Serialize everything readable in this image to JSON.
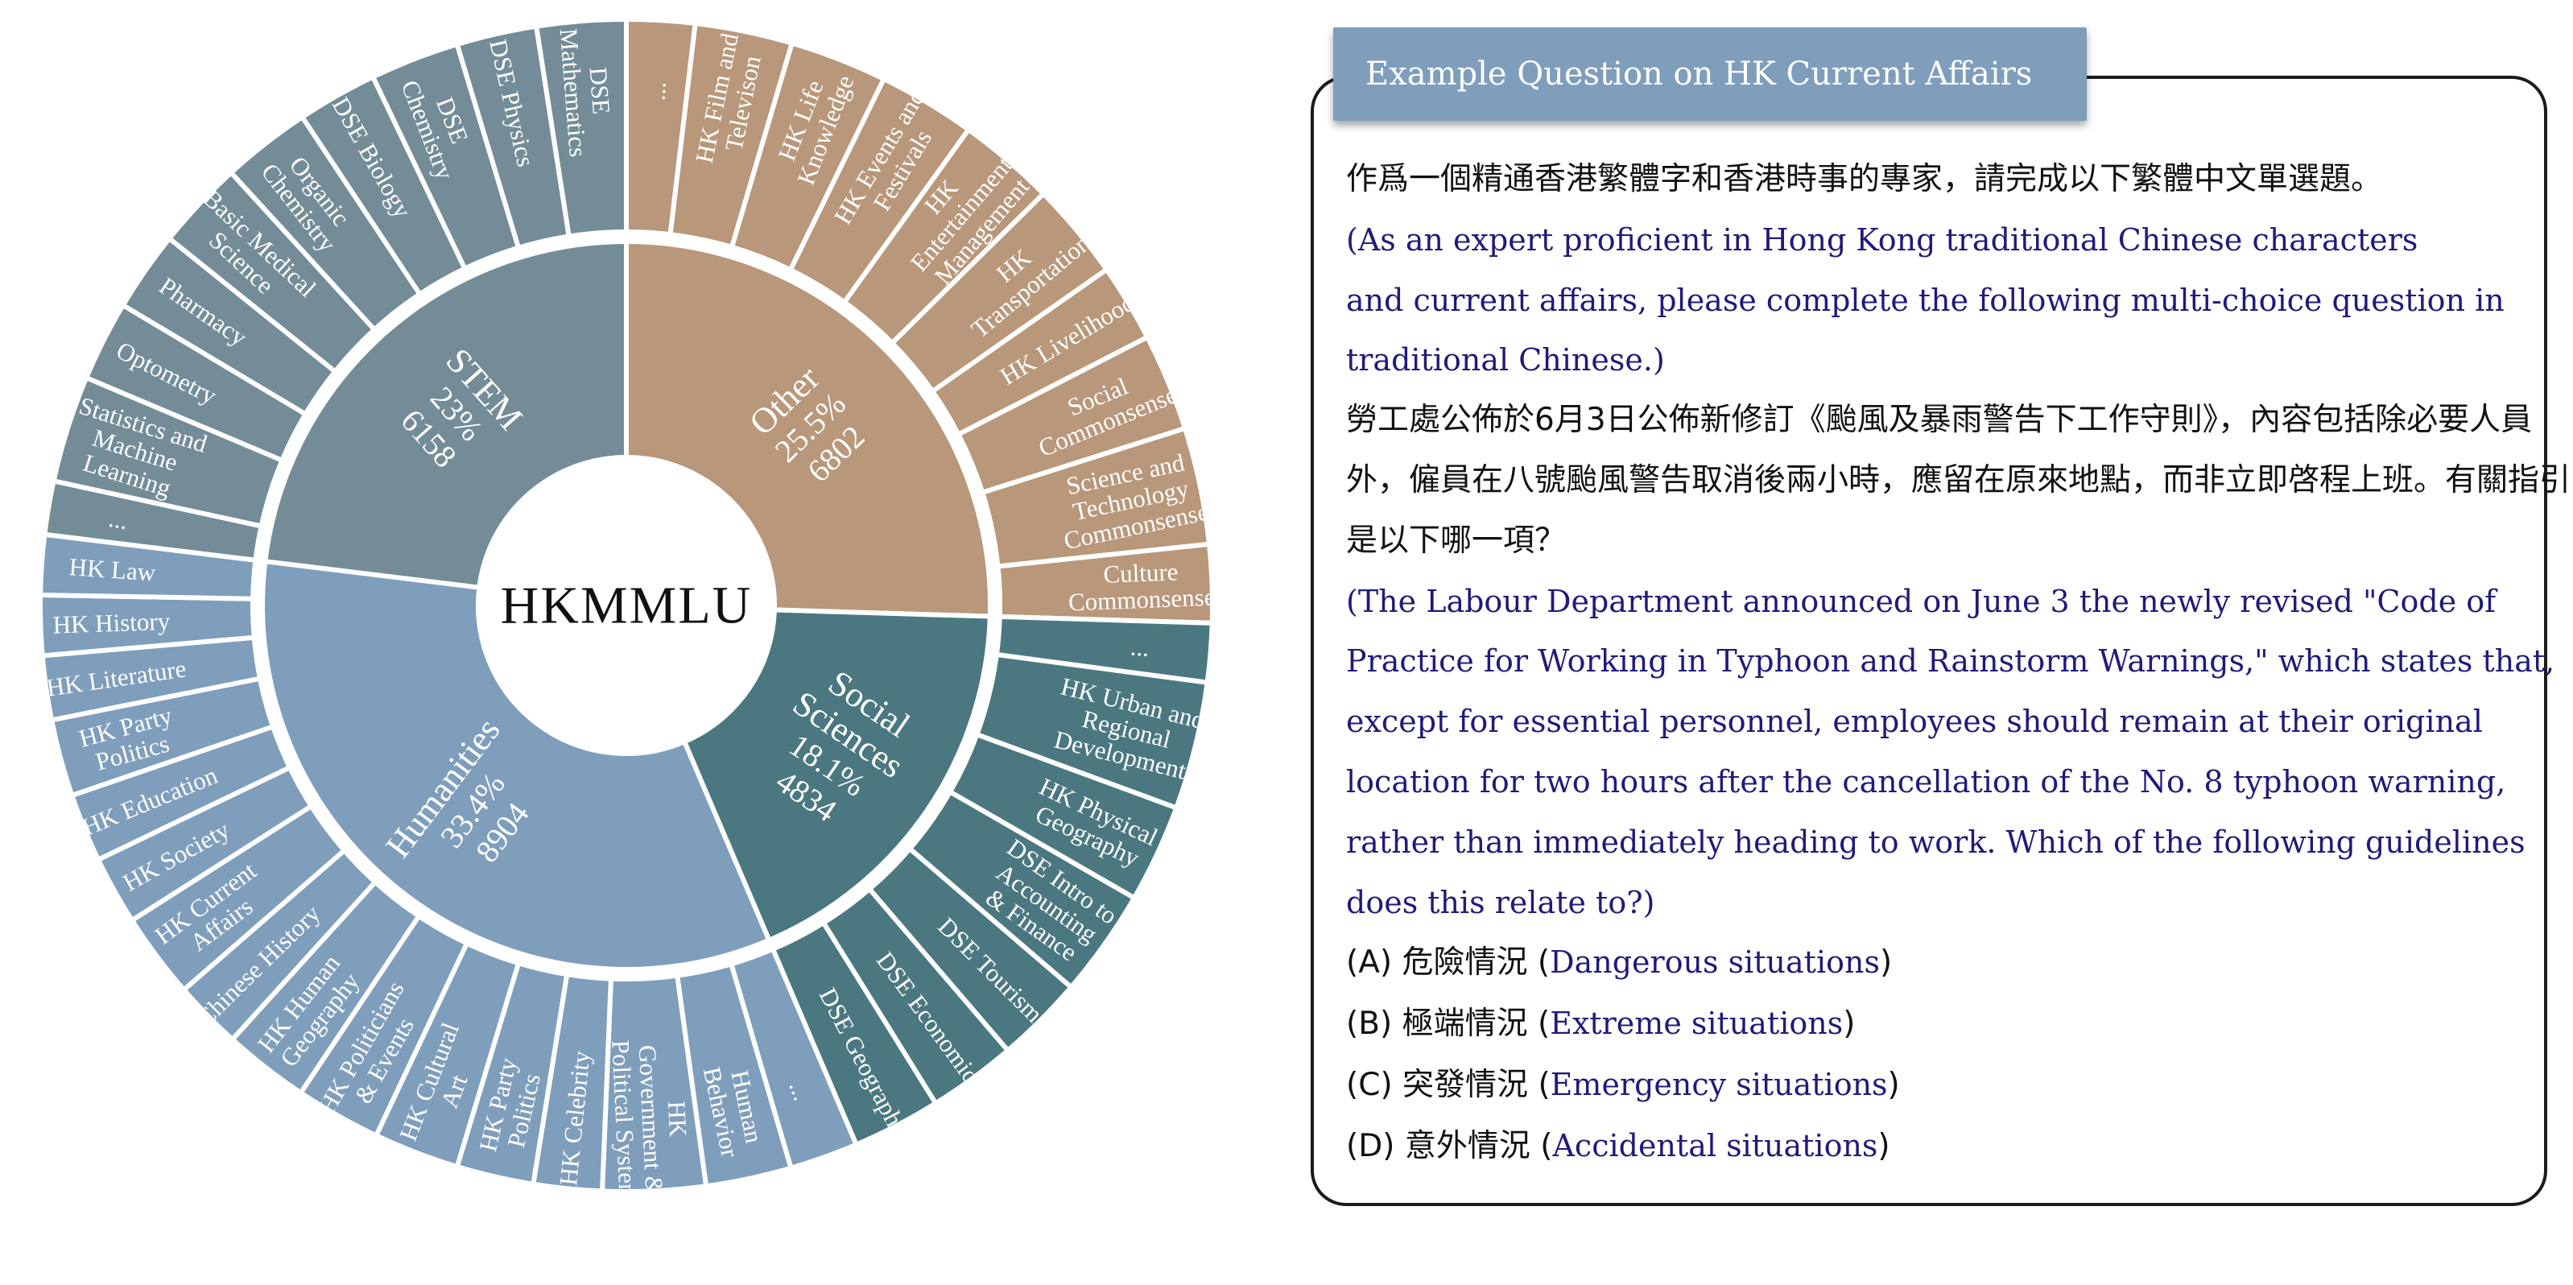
{
  "chart_data": {
    "type": "sunburst",
    "center_label": "HKMMLU",
    "colors": {
      "STEM": "#738c98",
      "Other": "#b8977a",
      "Social Sciences": "#4b7880",
      "Humanities": "#7f9ebc"
    },
    "inner": [
      {
        "name": "Other",
        "percent_label": "25.5%",
        "count_label": "6802",
        "value": 6802
      },
      {
        "name": "Social Sciences",
        "percent_label": "18.1%",
        "count_label": "4834",
        "value": 4834
      },
      {
        "name": "Humanities",
        "percent_label": "33.4%",
        "count_label": "8904",
        "value": 8904
      },
      {
        "name": "STEM",
        "percent_label": "23%",
        "count_label": "6158",
        "value": 6158
      }
    ],
    "outer": [
      {
        "group": "Other",
        "lines": [
          "..."
        ],
        "weight": 0.7
      },
      {
        "group": "Other",
        "lines": [
          "HK Film and",
          "Televison"
        ],
        "weight": 1
      },
      {
        "group": "Other",
        "lines": [
          "HK Life",
          "Knowledge"
        ],
        "weight": 1
      },
      {
        "group": "Other",
        "lines": [
          "HK Events and",
          "Festivals"
        ],
        "weight": 1
      },
      {
        "group": "Other",
        "lines": [
          "HK",
          "Entertainment",
          "Management"
        ],
        "weight": 1
      },
      {
        "group": "Other",
        "lines": [
          "HK",
          "Transportation"
        ],
        "weight": 1
      },
      {
        "group": "Other",
        "lines": [
          "HK Livelihood"
        ],
        "weight": 0.8
      },
      {
        "group": "Other",
        "lines": [
          "Social",
          "Commonsense"
        ],
        "weight": 1
      },
      {
        "group": "Other",
        "lines": [
          "Science and",
          "Technology",
          "Commonsense"
        ],
        "weight": 1.2
      },
      {
        "group": "Other",
        "lines": [
          "Culture",
          "Commonsense"
        ],
        "weight": 0.8
      },
      {
        "group": "Social Sciences",
        "lines": [
          "..."
        ],
        "weight": 0.6
      },
      {
        "group": "Social Sciences",
        "lines": [
          "HK Urban and",
          "Regional",
          "Development"
        ],
        "weight": 1.3
      },
      {
        "group": "Social Sciences",
        "lines": [
          "HK Physical",
          "Geography"
        ],
        "weight": 1
      },
      {
        "group": "Social Sciences",
        "lines": [
          "DSE Intro to",
          "Accounting",
          "& Finance"
        ],
        "weight": 1.1
      },
      {
        "group": "Social Sciences",
        "lines": [
          "DSE Tourism"
        ],
        "weight": 0.9
      },
      {
        "group": "Social Sciences",
        "lines": [
          "DSE Economics"
        ],
        "weight": 0.9
      },
      {
        "group": "Social Sciences",
        "lines": [
          "DSE Geography"
        ],
        "weight": 0.9
      },
      {
        "group": "Humanities",
        "lines": [
          "..."
        ],
        "weight": 0.8
      },
      {
        "group": "Humanities",
        "lines": [
          "Human",
          "Behavior"
        ],
        "weight": 1
      },
      {
        "group": "Humanities",
        "lines": [
          "HK",
          "Government &",
          "Political System"
        ],
        "weight": 1.2
      },
      {
        "group": "Humanities",
        "lines": [
          "HK Celebrity"
        ],
        "weight": 0.8
      },
      {
        "group": "Humanities",
        "lines": [
          "HK Party",
          "Politics"
        ],
        "weight": 0.9
      },
      {
        "group": "Humanities",
        "lines": [
          "HK Cultural",
          "Art"
        ],
        "weight": 1
      },
      {
        "group": "Humanities",
        "lines": [
          "HK Politicians",
          "& Events"
        ],
        "weight": 1
      },
      {
        "group": "Humanities",
        "lines": [
          "HK Human",
          "Geography"
        ],
        "weight": 1
      },
      {
        "group": "Humanities",
        "lines": [
          "Chinese History"
        ],
        "weight": 0.8
      },
      {
        "group": "Humanities",
        "lines": [
          "HK Current",
          "Affairs"
        ],
        "weight": 1
      },
      {
        "group": "Humanities",
        "lines": [
          "HK Society"
        ],
        "weight": 0.8
      },
      {
        "group": "Humanities",
        "lines": [
          "HK Education"
        ],
        "weight": 0.8
      },
      {
        "group": "Humanities",
        "lines": [
          "HK Party",
          "Politics"
        ],
        "weight": 0.9
      },
      {
        "group": "Humanities",
        "lines": [
          "HK Literature"
        ],
        "weight": 0.75
      },
      {
        "group": "Humanities",
        "lines": [
          "HK History"
        ],
        "weight": 0.7
      },
      {
        "group": "Humanities",
        "lines": [
          "HK Law"
        ],
        "weight": 0.7
      },
      {
        "group": "STEM",
        "lines": [
          "..."
        ],
        "weight": 0.6
      },
      {
        "group": "STEM",
        "lines": [
          "Statistics and",
          "Machine",
          "Learning"
        ],
        "weight": 1.2
      },
      {
        "group": "STEM",
        "lines": [
          "Optometry"
        ],
        "weight": 0.9
      },
      {
        "group": "STEM",
        "lines": [
          "Pharmacy"
        ],
        "weight": 0.9
      },
      {
        "group": "STEM",
        "lines": [
          "Basic Medical",
          "Science"
        ],
        "weight": 1
      },
      {
        "group": "STEM",
        "lines": [
          "Organic",
          "Chemistry"
        ],
        "weight": 1
      },
      {
        "group": "STEM",
        "lines": [
          "DSE Biology"
        ],
        "weight": 0.9
      },
      {
        "group": "STEM",
        "lines": [
          "DSE",
          "Chemistry"
        ],
        "weight": 1
      },
      {
        "group": "STEM",
        "lines": [
          "DSE Physics"
        ],
        "weight": 0.9
      },
      {
        "group": "STEM",
        "lines": [
          "DSE",
          "Mathematics"
        ],
        "weight": 1
      }
    ]
  },
  "panel": {
    "title": "Example Question on HK Current Affairs",
    "lines": [
      {
        "style": "zh",
        "text": "作爲一個精通香港繁體字和香港時事的專家，請完成以下繁體中文單選題。"
      },
      {
        "style": "en",
        "text": "(As an expert proficient in Hong Kong traditional Chinese characters"
      },
      {
        "style": "en",
        "text": "and current affairs, please complete the following multi-choice question in"
      },
      {
        "style": "en",
        "text": "traditional Chinese.)"
      },
      {
        "style": "zh",
        "text": "勞工處公佈於6月3日公佈新修訂《颱風及暴雨警告下工作守則》，內容包括除必要人員"
      },
      {
        "style": "zh",
        "text": "外，僱員在八號颱風警告取消後兩小時，應留在原來地點，而非立即啓程上班。有關指引"
      },
      {
        "style": "zh",
        "text": "是以下哪一項？"
      },
      {
        "style": "en",
        "text": "(The Labour Department announced on June 3 the newly revised \"Code of"
      },
      {
        "style": "en",
        "text": "Practice for Working in Typhoon and Rainstorm Warnings,\" which states that,"
      },
      {
        "style": "en",
        "text": "except for essential personnel, employees should remain at their original"
      },
      {
        "style": "en",
        "text": "location for two hours after the cancellation of the No. 8 typhoon warning,"
      },
      {
        "style": "en",
        "text": "rather than immediately heading to work. Which of the following guidelines"
      },
      {
        "style": "en",
        "text": "does this relate to?)"
      }
    ],
    "options": [
      {
        "prefix": "(A) 危險情況 (",
        "en": "Dangerous situations",
        "suffix": ")"
      },
      {
        "prefix": "(B) 極端情況 (",
        "en": "Extreme situations",
        "suffix": ")"
      },
      {
        "prefix": "(C) 突發情況 (",
        "en": "Emergency situations",
        "suffix": ")"
      },
      {
        "prefix": "(D) 意外情況 (",
        "en": "Accidental situations",
        "suffix": ")"
      }
    ]
  }
}
